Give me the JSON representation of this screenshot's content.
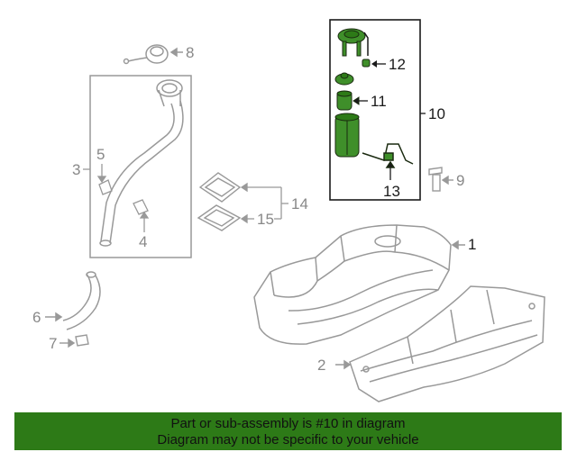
{
  "callouts": {
    "c1": "1",
    "c2": "2",
    "c3": "3",
    "c4": "4",
    "c5": "5",
    "c6": "6",
    "c7": "7",
    "c8": "8",
    "c9": "9",
    "c10": "10",
    "c11": "11",
    "c12": "12",
    "c13": "13",
    "c14": "14",
    "c15": "15"
  },
  "banner": {
    "line1": "Part or sub-assembly is #10 in diagram",
    "line2": "Diagram may not be specific to your vehicle"
  },
  "colors": {
    "line_gray": "#999999",
    "highlight_green": "#2d7a17",
    "part_green": "#3f8f2a",
    "banner_green": "#2d7a17"
  }
}
